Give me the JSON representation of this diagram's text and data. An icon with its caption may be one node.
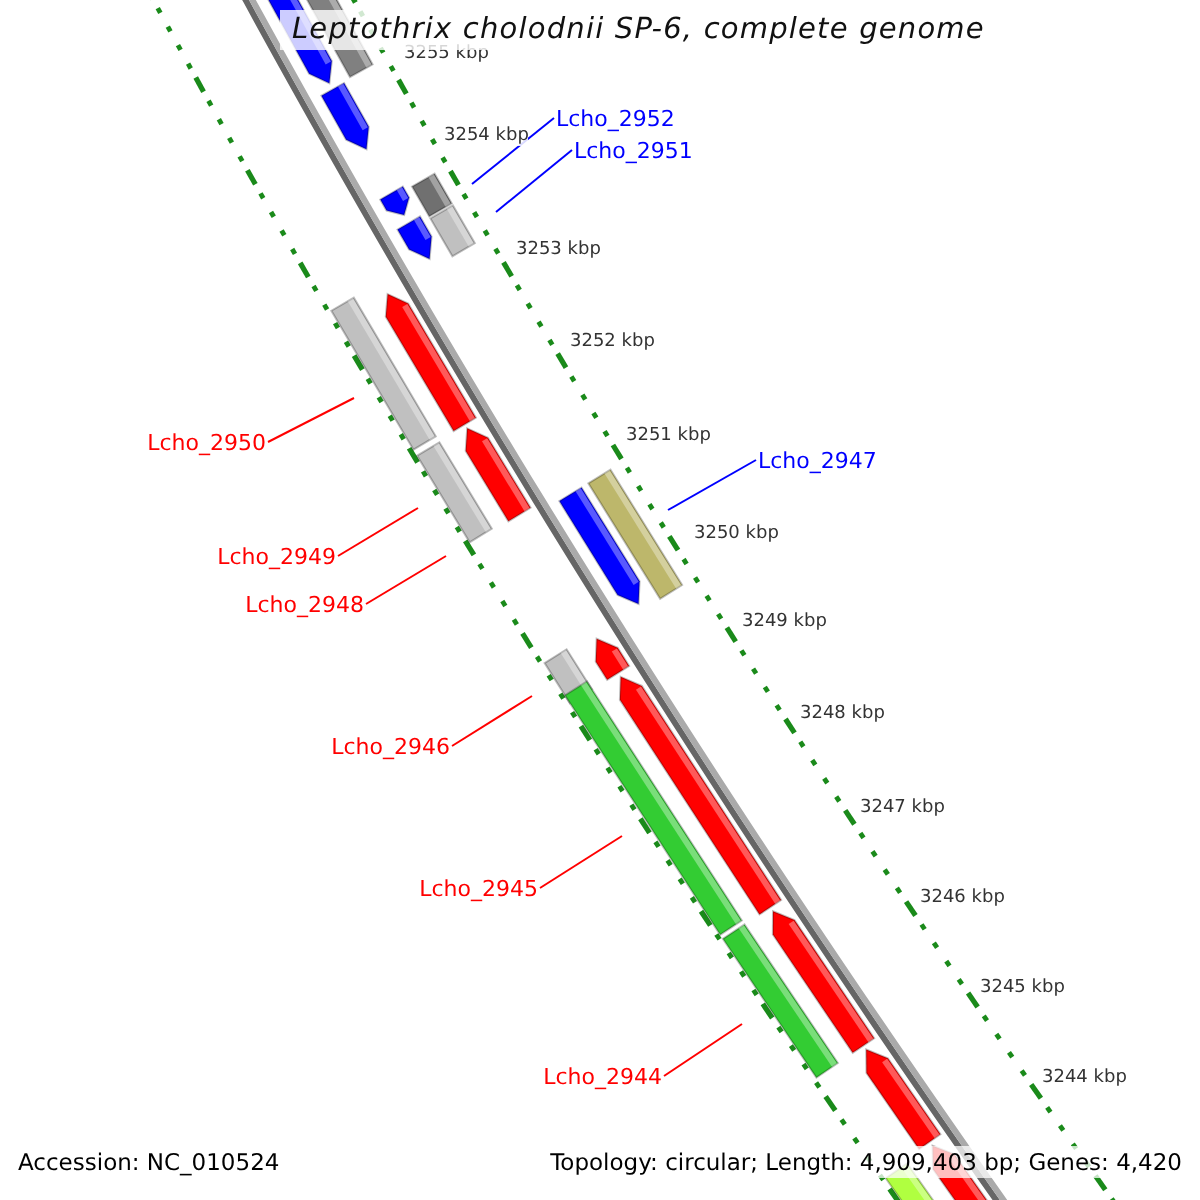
{
  "diagram": {
    "title": "Leptothrix cholodnii SP-6, complete genome",
    "nodes": [
      {
        "text": [
          "Lcho_2952"
        ]
      },
      {
        "text": [
          "Lcho_2951"
        ]
      },
      {
        "text": [
          "Lcho_2950"
        ]
      },
      {
        "text": [
          "Lcho_2949"
        ]
      },
      {
        "text": [
          "Lcho_2948"
        ]
      },
      {
        "text": [
          "Lcho_2947"
        ]
      },
      {
        "text": [
          "Lcho_2946"
        ]
      },
      {
        "text": [
          "Lcho_2945"
        ]
      },
      {
        "text": [
          "Lcho_2944"
        ]
      }
    ],
    "edges": [
      {
        "from": 0,
        "to": null,
        "arrow": "none",
        "color": "#0000ff"
      },
      {
        "from": 1,
        "to": null,
        "arrow": "none",
        "color": "#0000ff"
      },
      {
        "from": 2,
        "to": null,
        "arrow": "none"
      },
      {
        "from": 3,
        "to": null,
        "arrow": "none"
      },
      {
        "from": 4,
        "to": null,
        "arrow": "none"
      },
      {
        "from": 5,
        "to": null,
        "arrow": "none",
        "color": "#0000ff"
      },
      {
        "from": 6,
        "to": null,
        "arrow": "none"
      },
      {
        "from": 7,
        "to": null,
        "arrow": "none"
      },
      {
        "from": 8,
        "to": null,
        "arrow": "none"
      }
    ],
    "labels": [
      "3255 kbp",
      "3254 kbp",
      "3253 kbp",
      "3252 kbp",
      "3251 kbp",
      "3250 kbp",
      "3249 kbp",
      "3248 kbp",
      "3247 kbp",
      "3246 kbp",
      "3245 kbp",
      "3244 kbp",
      "Accession: NC_010524",
      "Topology: circular; Length: 4,909,403 bp; Genes: 4,420"
    ]
  }
}
